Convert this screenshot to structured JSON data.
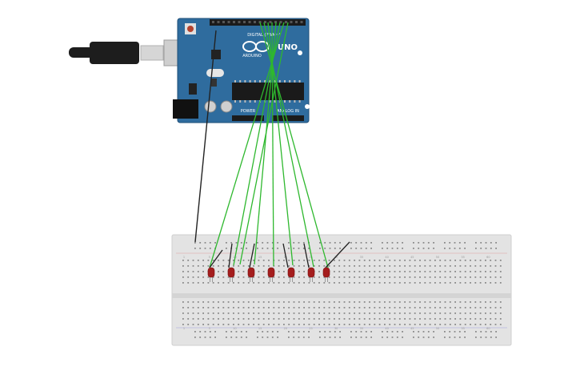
{
  "board": {
    "brand": "UNO",
    "model_label": "ARDUINO",
    "header_text": "DIGITAL (PWM~)",
    "power_label": "POWER",
    "analog_label": "ANALOG IN"
  },
  "colors": {
    "pcb": "#2f6c9e",
    "pcb_dark": "#1f4f78",
    "wire_green": "#2eb82e",
    "wire_black": "#222222",
    "led": "#a41d1d",
    "breadboard": "#e3e3e3",
    "hole": "#8a8a8a",
    "usb_plug": "#1d1d1d",
    "usb_metal": "#cfcfcf"
  },
  "led_count": 7,
  "breadboard_row_numbers": [
    "1",
    "5",
    "10",
    "15",
    "20",
    "25",
    "30",
    "35",
    "40",
    "45",
    "50",
    "55",
    "60"
  ]
}
